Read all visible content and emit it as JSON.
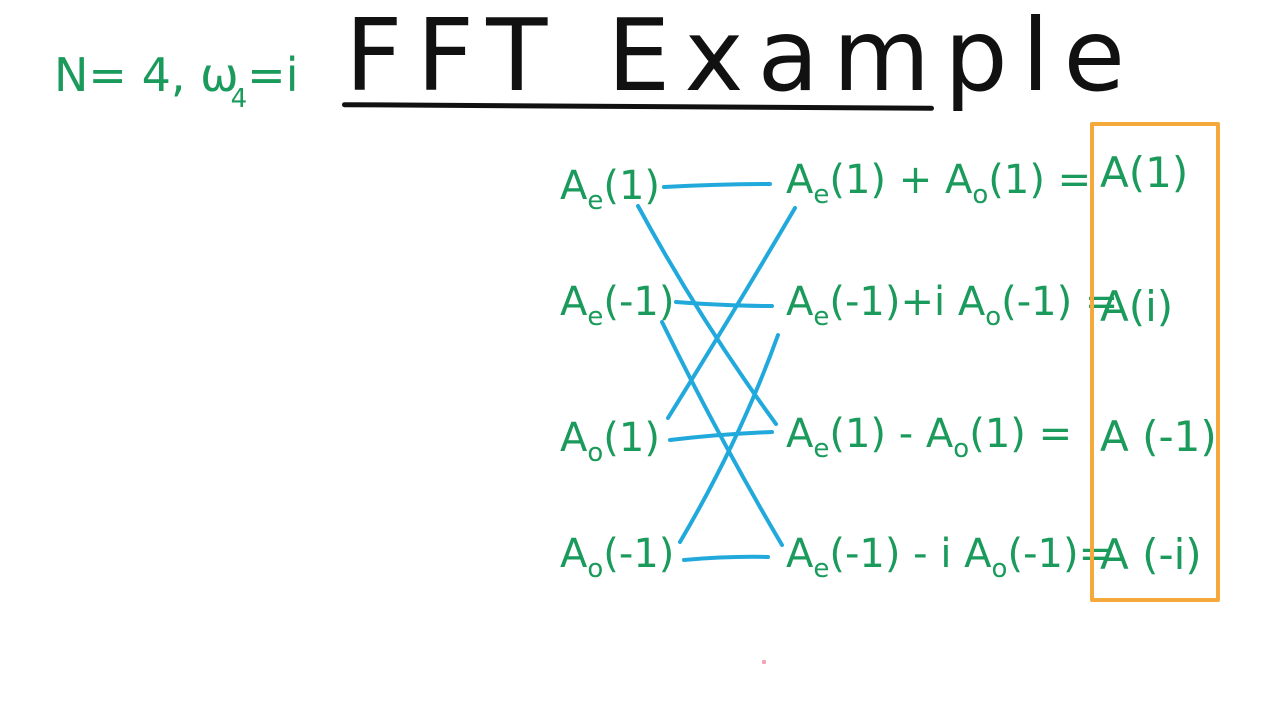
{
  "title": "FFT Example",
  "params": {
    "n_part": "N= 4, ",
    "omega": "ω",
    "omega_sub": "4",
    "omega_eq": "=i"
  },
  "inputs": [
    {
      "base": "A",
      "sub": "e",
      "arg": "(1)"
    },
    {
      "base": "A",
      "sub": "e",
      "arg": "(-1)"
    },
    {
      "base": "A",
      "sub": "o",
      "arg": "(1)"
    },
    {
      "base": "A",
      "sub": "o",
      "arg": "(-1)"
    }
  ],
  "equations": [
    {
      "a": "A",
      "a_sub": "e",
      "a_arg": "(1)",
      "op": " + ",
      "b": "A",
      "b_sub": "o",
      "b_arg": "(1)",
      "eq": " ="
    },
    {
      "a": "A",
      "a_sub": "e",
      "a_arg": "(-1)",
      "op": "+i ",
      "b": "A",
      "b_sub": "o",
      "b_arg": "(-1)",
      "eq": " ="
    },
    {
      "a": "A",
      "a_sub": "e",
      "a_arg": "(1)",
      "op": " -  ",
      "b": "A",
      "b_sub": "o",
      "b_arg": "(1)",
      "eq": " ="
    },
    {
      "a": "A",
      "a_sub": "e",
      "a_arg": "(-1)",
      "op": " - i ",
      "b": "A",
      "b_sub": "o",
      "b_arg": "(-1)",
      "eq": "="
    }
  ],
  "results": [
    "A(1)",
    "A(i)",
    "A (-1)",
    "A (-i)"
  ],
  "colors": {
    "ink": "#111111",
    "green": "#1a9a5b",
    "blue": "#22a9dc",
    "orange": "#f5a93a"
  }
}
